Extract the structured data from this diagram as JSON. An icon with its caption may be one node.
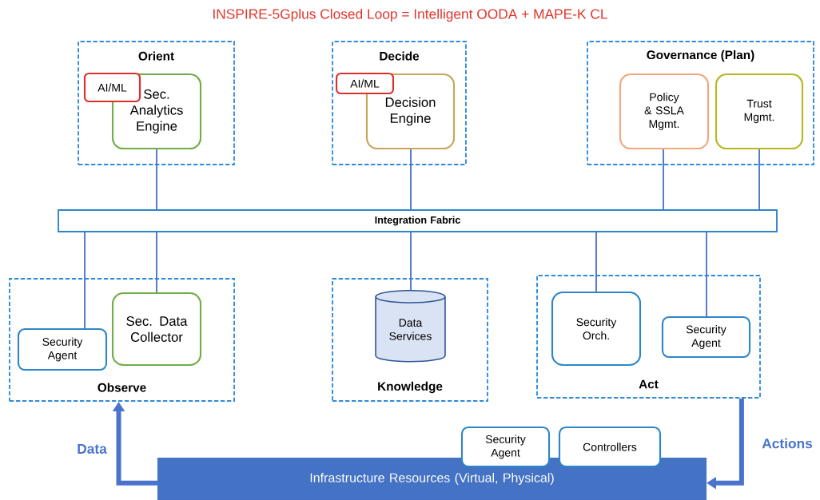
{
  "diagram": {
    "title": "INSPIRE-5Gplus Closed Loop = Intelligent OODA + MAPE-K CL",
    "nodes": [
      {
        "text": [
          "Orient"
        ]
      },
      {
        "text": [
          "Sec. Analytics Engine"
        ],
        "in": 0
      },
      {
        "text": [
          "AI/ML"
        ],
        "in": 0
      },
      {
        "text": [
          "Decide"
        ]
      },
      {
        "text": [
          "Decision Engine"
        ],
        "in": 3
      },
      {
        "text": [
          "AI/ML"
        ],
        "in": 3
      },
      {
        "text": [
          "Governance (Plan)"
        ]
      },
      {
        "text": [
          "Policy & SSLA Mgmt."
        ],
        "in": 6
      },
      {
        "text": [
          "Trust Mgmt."
        ],
        "in": 6
      },
      {
        "text": [
          "Integration Fabric"
        ]
      },
      {
        "text": [
          "Observe"
        ]
      },
      {
        "text": [
          "Security Agent"
        ],
        "in": 10
      },
      {
        "text": [
          "Sec. Data Collector"
        ],
        "in": 10
      },
      {
        "text": [
          "Knowledge"
        ]
      },
      {
        "text": [
          "Data Services"
        ],
        "in": 13
      },
      {
        "text": [
          "Act"
        ]
      },
      {
        "text": [
          "Security Orch."
        ],
        "in": 15
      },
      {
        "text": [
          "Security Agent"
        ],
        "in": 15
      },
      {
        "text": [
          "Security Agent"
        ]
      },
      {
        "text": [
          "Controllers"
        ]
      },
      {
        "text": [
          "Infrastructure Resources (Virtual, Physical)"
        ]
      }
    ],
    "edges": [
      {
        "from": 1,
        "to": 9,
        "arrow": "none"
      },
      {
        "from": 4,
        "to": 9,
        "arrow": "none"
      },
      {
        "from": 7,
        "to": 9,
        "arrow": "none"
      },
      {
        "from": 8,
        "to": 9,
        "arrow": "none"
      },
      {
        "from": 9,
        "to": 11,
        "arrow": "none"
      },
      {
        "from": 9,
        "to": 12,
        "arrow": "none"
      },
      {
        "from": 9,
        "to": 14,
        "arrow": "none"
      },
      {
        "from": 9,
        "to": 16,
        "arrow": "none"
      },
      {
        "from": 9,
        "to": 17,
        "arrow": "none"
      },
      {
        "from": 20,
        "to": 10,
        "arrow": "to",
        "label": "Data",
        "style": "thick"
      },
      {
        "from": 15,
        "to": 20,
        "arrow": "to",
        "label": "Actions",
        "style": "thick"
      }
    ]
  }
}
